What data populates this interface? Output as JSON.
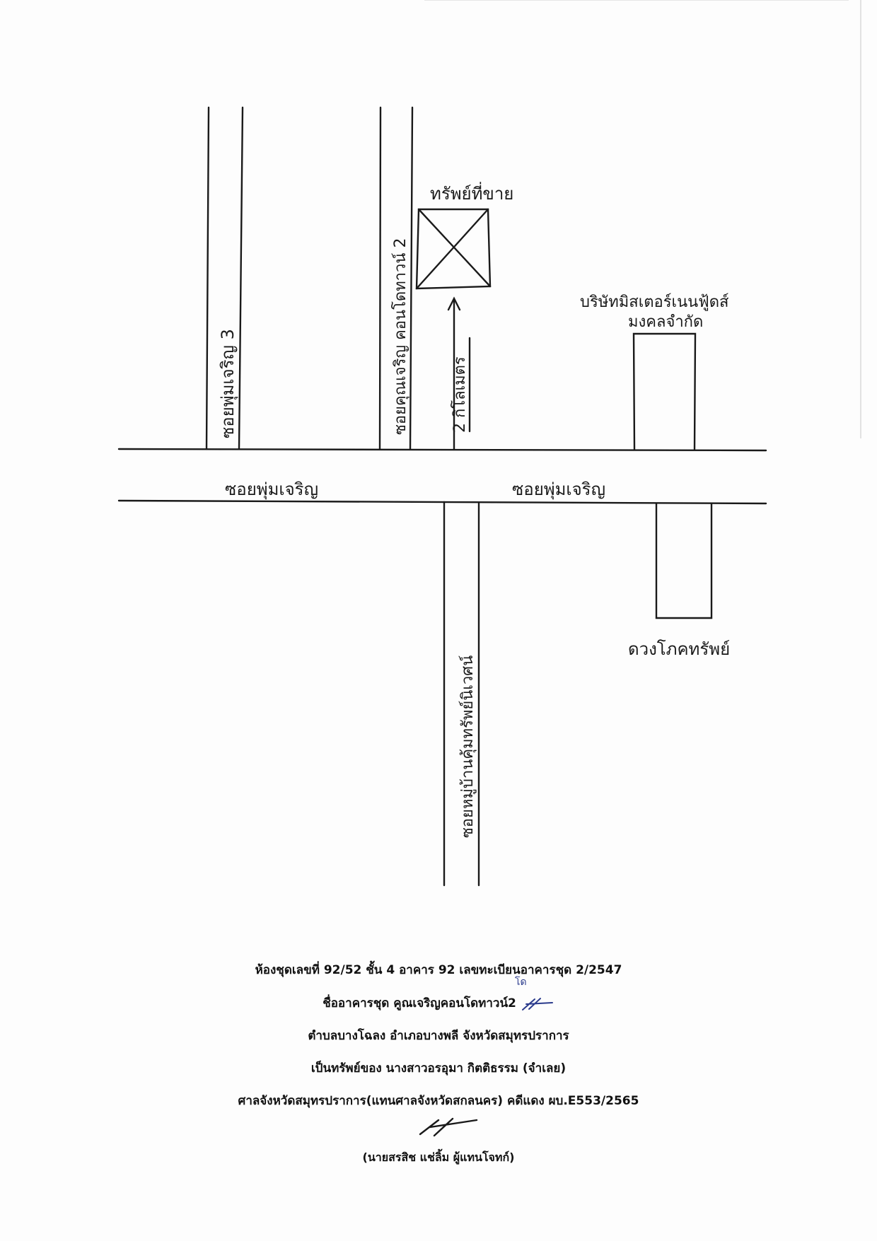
{
  "map": {
    "labels": {
      "main_road_left": "ซอยพุ่มเจริญ",
      "main_road_right": "ซอยพุ่มเจริญ",
      "side_road_1": "ซอยพุ่มเจริญ 3",
      "side_road_2": "ซอยคุณเจริญ คอนโดทาวน์ 2",
      "side_road_south": "ซอยหมู่บ้านคุ้มทรัพย์นิเวศน์",
      "target": "ทรัพย์ที่ขาย",
      "company": "บริษัทมิสเตอร์เนนฟู้ดส์",
      "company_sub": "มงคลจำกัด",
      "shop": "ดวงโภคทรัพย์",
      "distance": "2 กิโลเมตร"
    }
  },
  "caption": {
    "line1": "ห้องชุดเลขที่ 92/52 ชั้น 4 อาคาร 92 เลขทะเบียนอาคารชุด 2/2547",
    "line2": "ชื่ออาคารชุด คูณเจริญคอนโดทาวน์2",
    "line3": "ตำบลบางโฉลง อำเภอบางพลี จังหวัดสมุทรปราการ",
    "line4": "เป็นทรัพย์ของ นางสาวอรอุมา กิตติธรรม (จำเลย)",
    "line5": "ศาลจังหวัดสมุทรปราการ(แทนศาลจังหวัดสกลนคร) คดีแดง ผบ.E553/2565",
    "signer": "(นายสรสิช แช่ลิ้ม ผู้แทนโจทก์)",
    "correction_mark": "โด"
  },
  "colors": {
    "ink": "#1a1a1a",
    "correction": "#2a3a8c"
  }
}
